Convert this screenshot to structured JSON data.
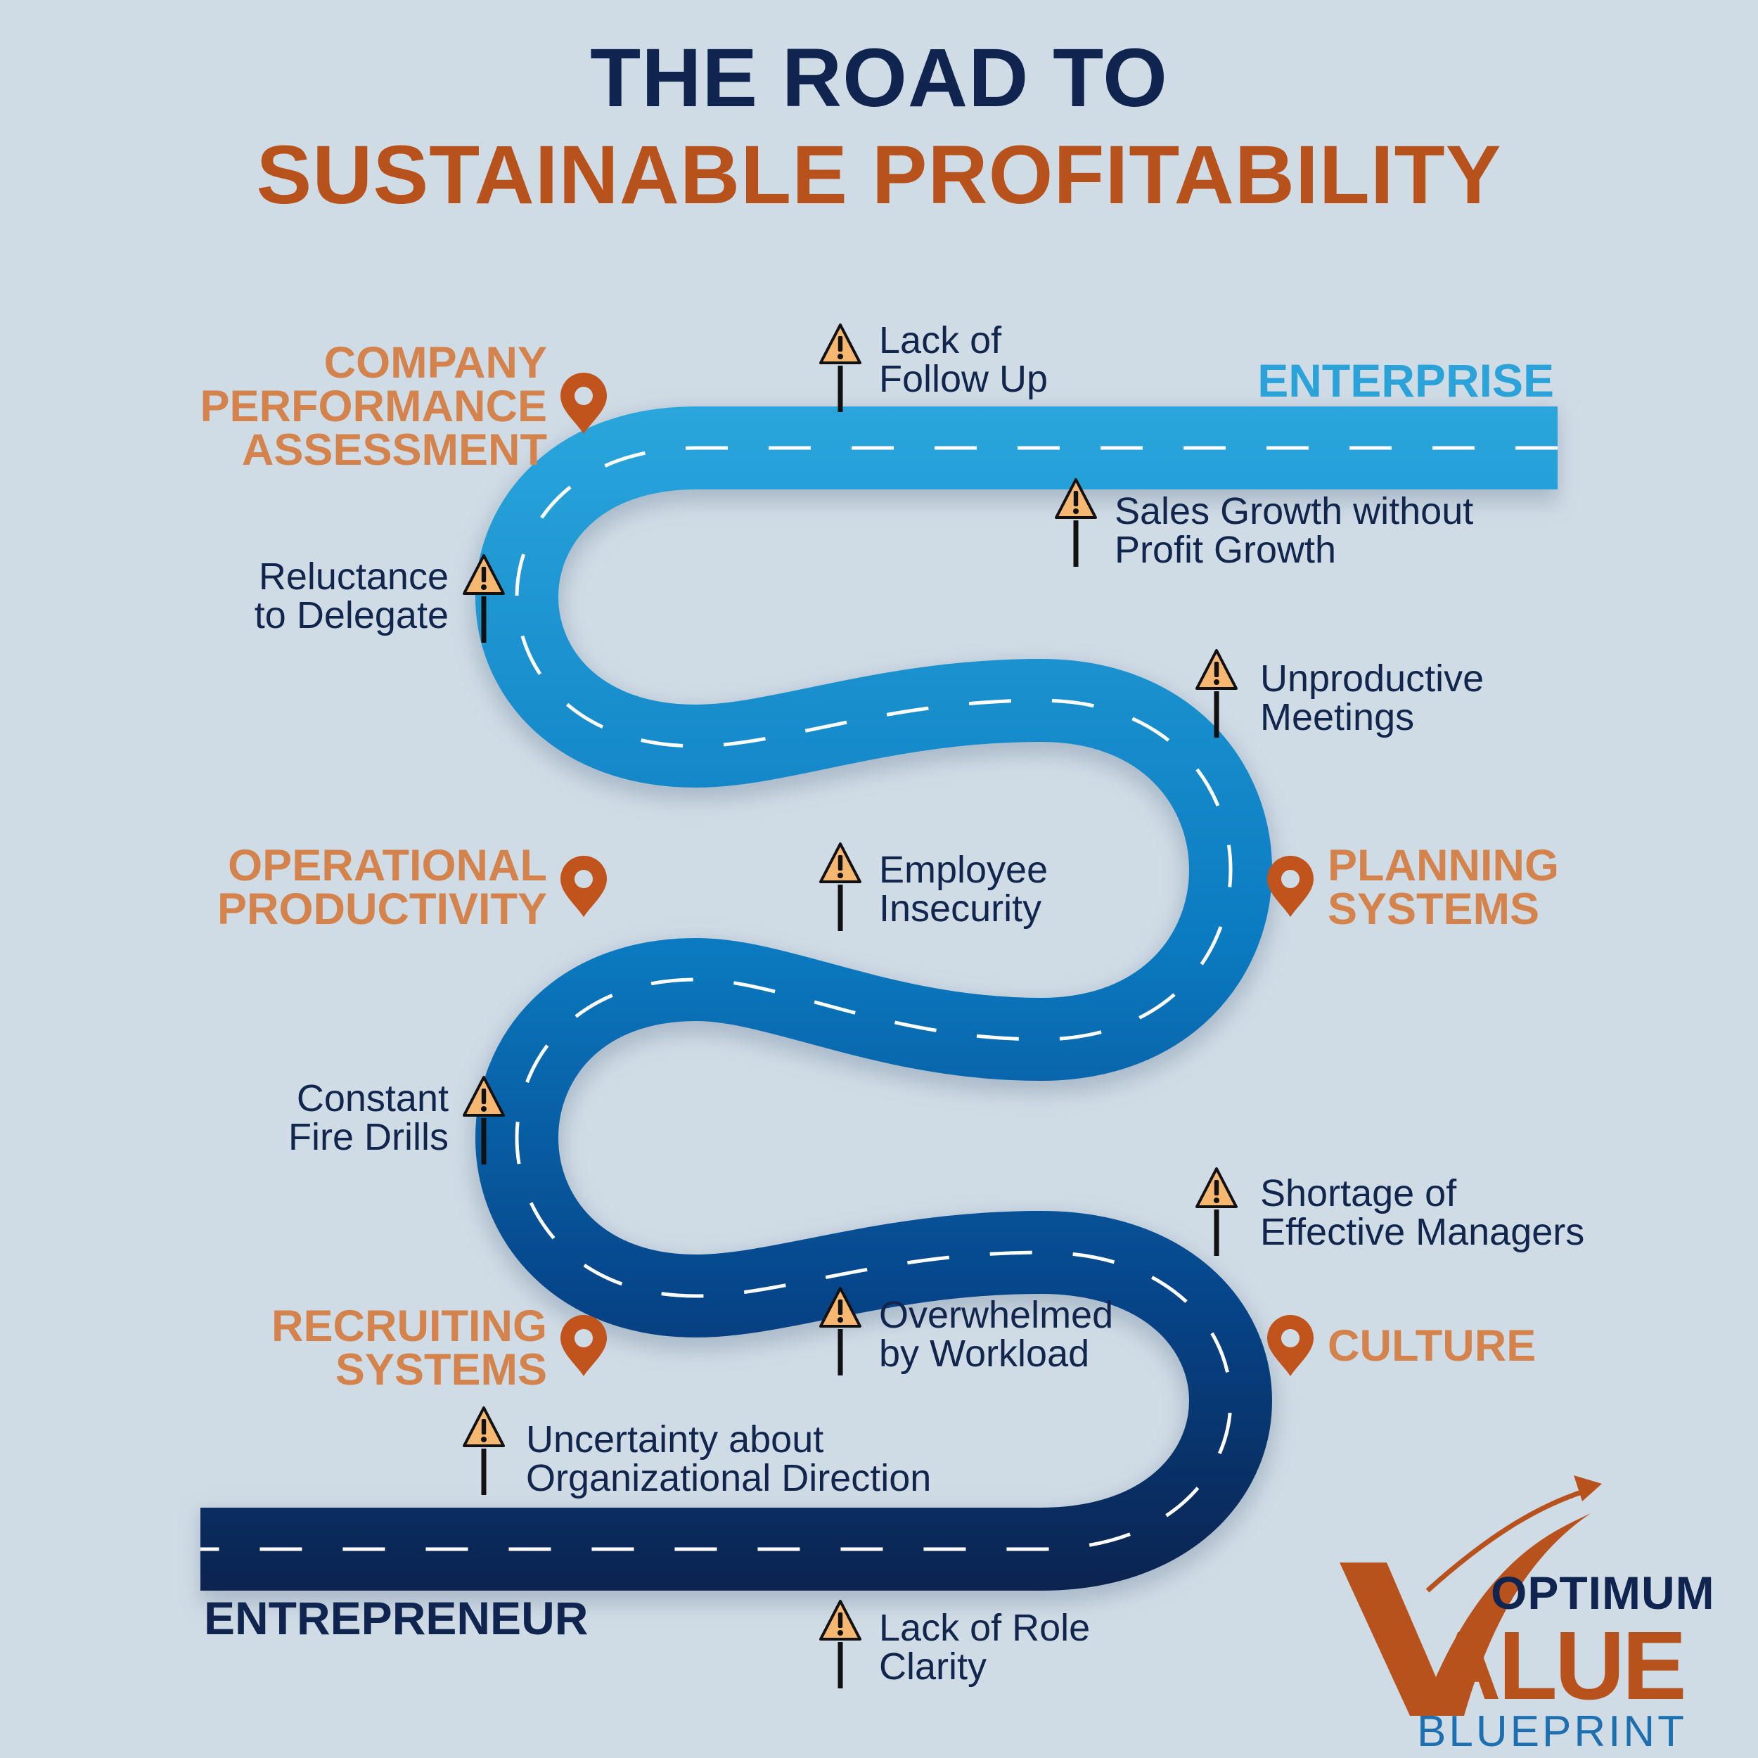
{
  "title": {
    "line1": "THE ROAD TO",
    "line2": "SUSTAINABLE PROFITABILITY"
  },
  "road": {
    "start_label": "ENTREPRENEUR",
    "end_label": "ENTERPRISE"
  },
  "milestones": {
    "company_performance": [
      "COMPANY",
      "PERFORMANCE",
      "ASSESSMENT"
    ],
    "operational_productivity": [
      "OPERATIONAL",
      "PRODUCTIVITY"
    ],
    "planning_systems": [
      "PLANNING",
      "SYSTEMS"
    ],
    "recruiting_systems": [
      "RECRUITING",
      "SYSTEMS"
    ],
    "culture": [
      "CULTURE"
    ]
  },
  "warnings": {
    "lack_follow_up": [
      "Lack of",
      "Follow Up"
    ],
    "sales_growth": [
      "Sales Growth without",
      "Profit Growth"
    ],
    "reluctance": [
      "Reluctance",
      "to Delegate"
    ],
    "unproductive": [
      "Unproductive",
      "Meetings"
    ],
    "employee_insecurity": [
      "Employee",
      "Insecurity"
    ],
    "fire_drills": [
      "Constant",
      "Fire Drills"
    ],
    "shortage_managers": [
      "Shortage of",
      "Effective Managers"
    ],
    "overwhelmed": [
      "Overwhelmed",
      "by Workload"
    ],
    "uncertainty": [
      "Uncertainty about",
      "Organizational Direction"
    ],
    "role_clarity": [
      "Lack of Role",
      "Clarity"
    ]
  },
  "logo": {
    "top": "OPTIMUM",
    "middle": "ALUE",
    "bottom": "BLUEPRINT"
  },
  "colors": {
    "background": "#cfdbe5",
    "title_dark": "#0f2550",
    "title_orange": "#b8521d",
    "milestone_text": "#d4834c",
    "pin": "#c0541c",
    "road_top": "#2aa6dc",
    "road_bottom": "#0b234f",
    "warning_fill": "#f6b870",
    "enterprise_label": "#2ba3d9",
    "logo_blue": "#1d6fb0"
  }
}
